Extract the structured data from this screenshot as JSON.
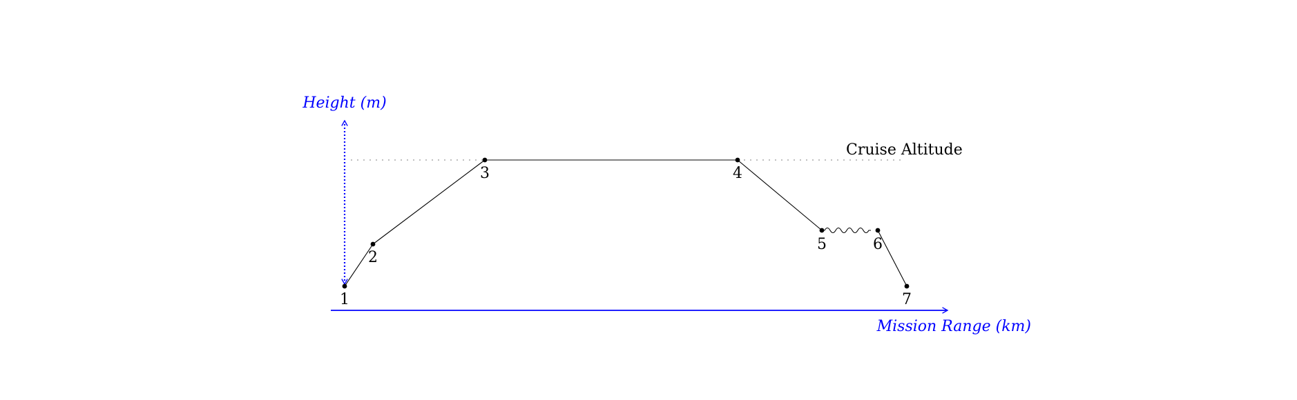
{
  "diagram": {
    "y_axis_label": "Height (m)",
    "x_axis_label": "Mission Range (km)",
    "cruise_label": "Cruise Altitude",
    "axis_color": "#0000ff",
    "line_color": "#000000",
    "guide_color": "#999999",
    "points": [
      {
        "label": "1"
      },
      {
        "label": "2"
      },
      {
        "label": "3"
      },
      {
        "label": "4"
      },
      {
        "label": "5"
      },
      {
        "label": "6"
      },
      {
        "label": "7"
      }
    ],
    "segments": [
      {
        "from": "1",
        "to": "2",
        "style": "straight"
      },
      {
        "from": "2",
        "to": "3",
        "style": "straight"
      },
      {
        "from": "3",
        "to": "4",
        "style": "straight"
      },
      {
        "from": "4",
        "to": "5",
        "style": "straight"
      },
      {
        "from": "5",
        "to": "6",
        "style": "wavy"
      },
      {
        "from": "6",
        "to": "7",
        "style": "straight"
      }
    ]
  }
}
